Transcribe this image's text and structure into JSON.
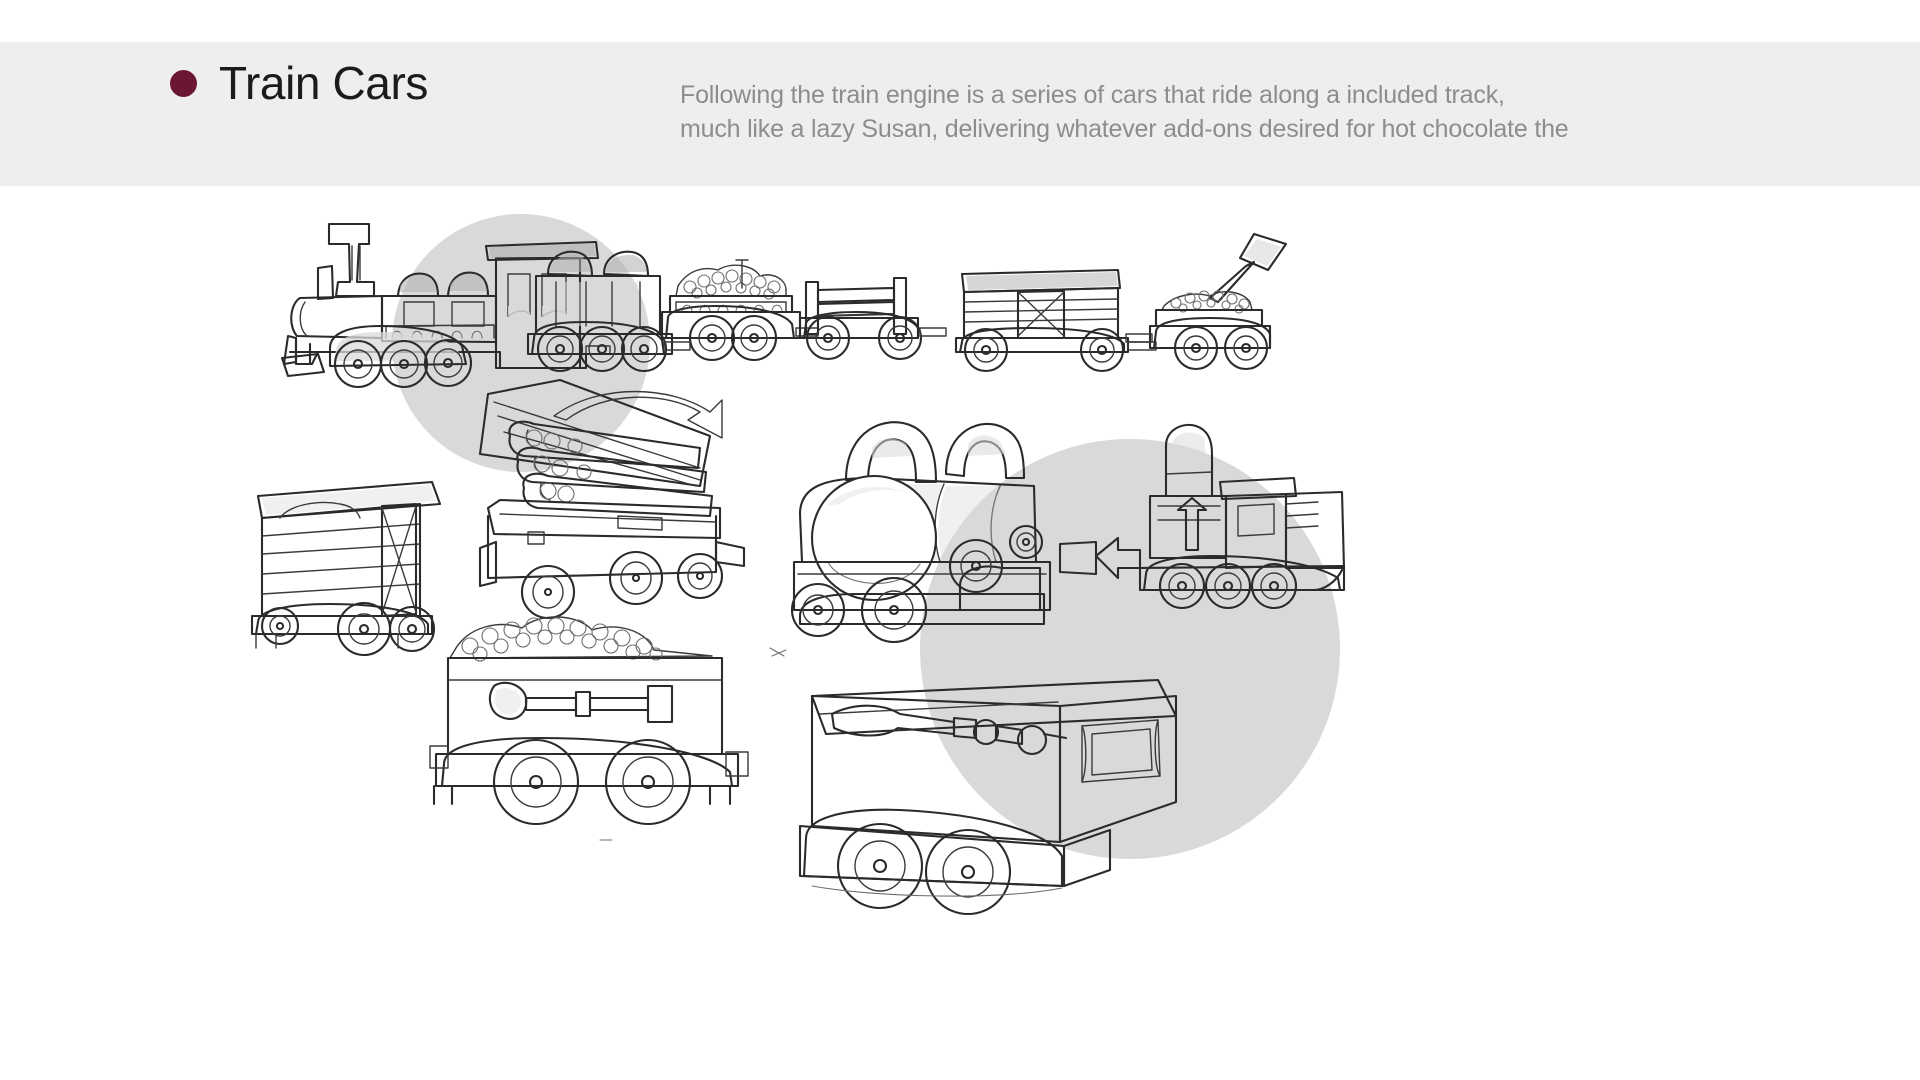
{
  "slide": {
    "background_color": "#ffffff",
    "header_band_color": "#eeeeee"
  },
  "header": {
    "bullet_color": "#6b1733",
    "bullet_icon": "filled-circle-bullet-icon",
    "title": "Train Cars",
    "title_color": "#1b1b1b",
    "description_color": "#8d8d8d",
    "description_lines": [
      "Following the train engine is a series of cars that ride along a included track,",
      "much like a lazy Susan, delivering whatever add-ons desired for hot chocolate the"
    ]
  },
  "artwork": {
    "medium": "pencil-sketch",
    "caption_absent": true,
    "highlight_circles": [
      {
        "name": "locomotive-highlight",
        "color": "#cacaca",
        "opacity": 0.72
      },
      {
        "name": "tank-car-highlight",
        "color": "#cacaca",
        "opacity": 0.72
      }
    ],
    "train_row": {
      "name": "assembled-train-row",
      "cars": [
        "steam-locomotive",
        "tank-car",
        "gravel-hopper-car",
        "log-flatbed-car",
        "boxcar",
        "shovel-dump-car"
      ]
    },
    "studies": [
      {
        "name": "boxcar-study",
        "label": "boxcar"
      },
      {
        "name": "log-car-study",
        "label": "log car"
      },
      {
        "name": "tank-car-study",
        "label": "tank car"
      },
      {
        "name": "locomotive-rear-study",
        "label": "locomotive rear"
      },
      {
        "name": "gravel-shovel-car-study",
        "label": "gravel car with shovel"
      },
      {
        "name": "flatbed-coupler-study",
        "label": "flatbed with coupler"
      }
    ]
  }
}
